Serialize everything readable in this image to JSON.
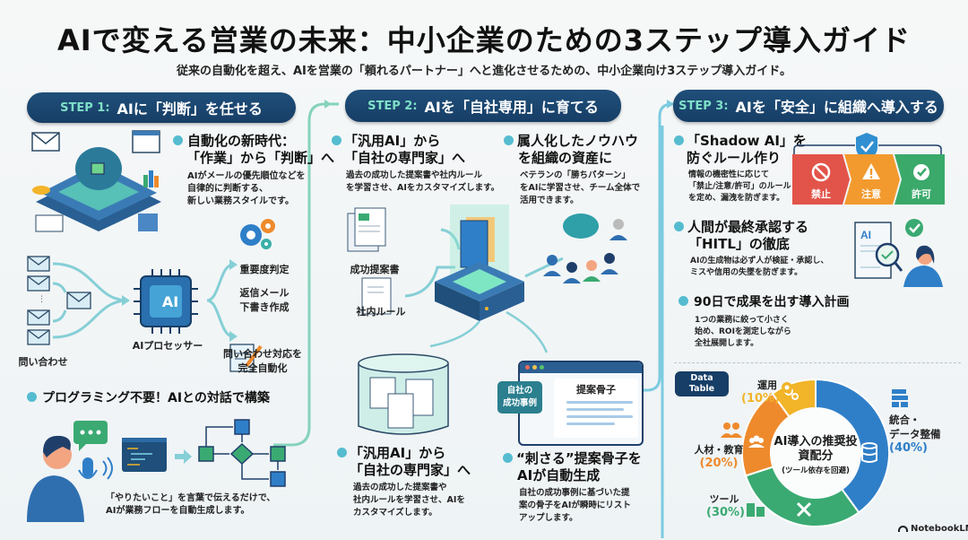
{
  "header": {
    "title": "AIで変える営業の未来：中小企業のための3ステップ導入ガイド",
    "subtitle": "従来の自動化を超え、AIを営業の「頼れるパートナー」へと進化させるための、中小企業向け3ステップ導入ガイド。"
  },
  "steps": [
    {
      "label": "STEP 1:",
      "title": "AIに「判断」を任せる",
      "sections": [
        {
          "heading_line1": "自動化の新時代：",
          "heading_line2": "「作業」から「判断」へ",
          "body": [
            "AIがメールの優先順位などを",
            "自律的に判断する、",
            "新しい業務スタイルです。"
          ]
        },
        {
          "heading": "プログラミング不要！AIとの対話で構築",
          "body": [
            "「やりたいこと」を言葉で伝えるだけで、",
            "AIが業務フローを自動生成します。"
          ]
        }
      ],
      "flow": {
        "input_label": "問い合わせ",
        "processor_label": "AIプロセッサー",
        "chip_text": "AI",
        "outputs": [
          "重要度判定",
          "返信メール",
          "下書き作成",
          "問い合わせ対応を",
          "完全自動化"
        ]
      }
    },
    {
      "label": "STEP 2:",
      "title": "AIを「自社専用」に育てる",
      "sections": [
        {
          "heading_line1": "「汎用AI」から",
          "heading_line2": "「自社の専門家」へ",
          "body": [
            "過去の成功した提案書や社内ルール",
            "を学習させ、AIをカスタマイズします。"
          ]
        },
        {
          "heading_line1": "属人化したノウハウ",
          "heading_line2": "を組織の資産に",
          "body": [
            "ベテランの「勝ちパターン」",
            "をAIに学習させ、チーム全体で",
            "活用できます。"
          ]
        },
        {
          "heading_line1": "「汎用AI」から",
          "heading_line2": "「自社の専門家」へ",
          "body": [
            "過去の成功した提案書や",
            "社内ルールを学習させ、AIを",
            "カスタマイズします。"
          ]
        },
        {
          "heading_line1": "“刺さる”提案骨子を",
          "heading_line2": "AIが自動生成",
          "body": [
            "自社の成功事例に基づいた提",
            "案の骨子をAIが瞬時にリスト",
            "アップします。"
          ]
        }
      ],
      "doc_labels": [
        "成功提案書",
        "社内ルール"
      ],
      "proposal_window": {
        "title": "提案骨子",
        "callout": [
          "自社の",
          "成功事例"
        ]
      }
    },
    {
      "label": "STEP 3:",
      "title": "AIを「安全」に組織へ導入する",
      "sections": [
        {
          "heading_line1": "「Shadow AI」を",
          "heading_line2": "防ぐルール作り",
          "body": [
            "情報の機密性に応じて",
            "「禁止/注意/許可」のルール",
            "を定め、漏洩を防ぎます。"
          ]
        },
        {
          "heading_line1": "人間が最終承認する",
          "heading_line2": "「HITL」の徹底",
          "body": [
            "AIの生成物は必ず人が検証・承認し、",
            "ミスや信用の失墜を防ぎます。"
          ]
        },
        {
          "heading_line1": "90日で成果を出す導入計画",
          "heading_line2": "",
          "body": [
            "1つの業務に絞って小さく",
            "始め、ROIを測定しながら",
            "全社展開します。"
          ]
        }
      ],
      "rules": [
        {
          "label": "禁止",
          "color": "#e2544a"
        },
        {
          "label": "注意",
          "color": "#f29a2e"
        },
        {
          "label": "許可",
          "color": "#3aa96a"
        }
      ],
      "hitl_doc_label": "AI"
    }
  ],
  "data_table_badge": [
    "Data",
    "Table"
  ],
  "chart_data": {
    "type": "pie",
    "title": "AI導入の推奨投資配分",
    "subtitle": "(ツール依存を回避)",
    "donut": true,
    "slices": [
      {
        "name": "統合・データ整備",
        "value": 40,
        "label": "(40%)",
        "color": "#2f7fc8"
      },
      {
        "name": "ツール",
        "value": 30,
        "label": "(30%)",
        "color": "#3aaa72"
      },
      {
        "name": "人材・教育",
        "value": 20,
        "label": "(20%)",
        "color": "#ee8a2c"
      },
      {
        "name": "運用",
        "value": 10,
        "label": "(10%)",
        "color": "#f2b428"
      }
    ],
    "label_lines": {
      "integration": [
        "統合・",
        "データ整備"
      ],
      "tool": [
        "ツール"
      ],
      "people": [
        "人材・教育"
      ],
      "ops": [
        "運用"
      ]
    }
  },
  "footer": {
    "brand": "NotebookLM"
  }
}
